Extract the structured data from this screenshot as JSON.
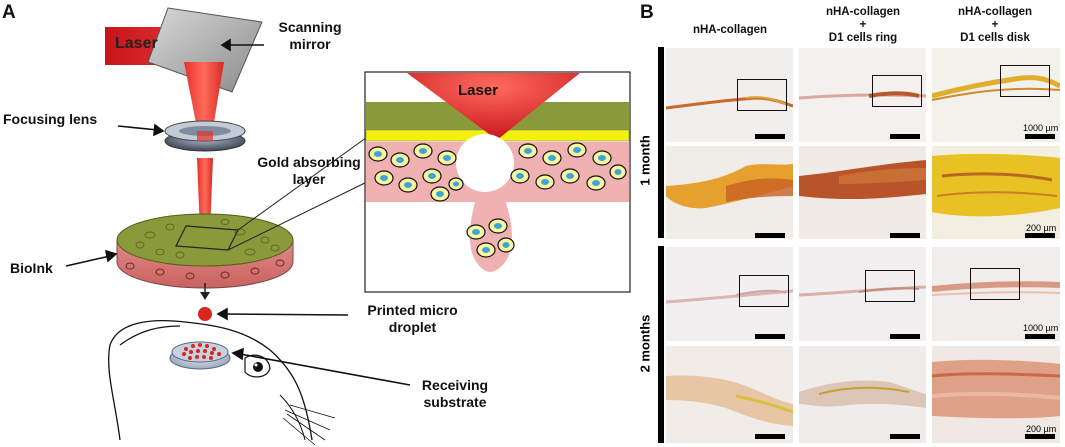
{
  "panel_a": {
    "letter": "A",
    "labels": {
      "laser": "Laser",
      "scanning_mirror_1": "Scanning",
      "scanning_mirror_2": "mirror",
      "focusing_lens": "Focusing lens",
      "inset_laser": "Laser",
      "gold_layer_1": "Gold absorbing",
      "gold_layer_2": "layer",
      "bioink": "BioInk",
      "droplet_1": "Printed micro",
      "droplet_2": "droplet",
      "substrate_1": "Receiving",
      "substrate_2": "substrate"
    }
  },
  "panel_b": {
    "letter": "B",
    "columns": [
      {
        "line1": "nHA-collagen",
        "line2": "",
        "line3": ""
      },
      {
        "line1": "nHA-collagen",
        "line2": "+",
        "line3": "D1 cells ring"
      },
      {
        "line1": "nHA-collagen",
        "line2": "+",
        "line3": "D1 cells disk"
      }
    ],
    "rows": [
      "1 month",
      "2 months"
    ],
    "scale_bar_low": "1000 µm",
    "scale_bar_high": "200 µm"
  }
}
